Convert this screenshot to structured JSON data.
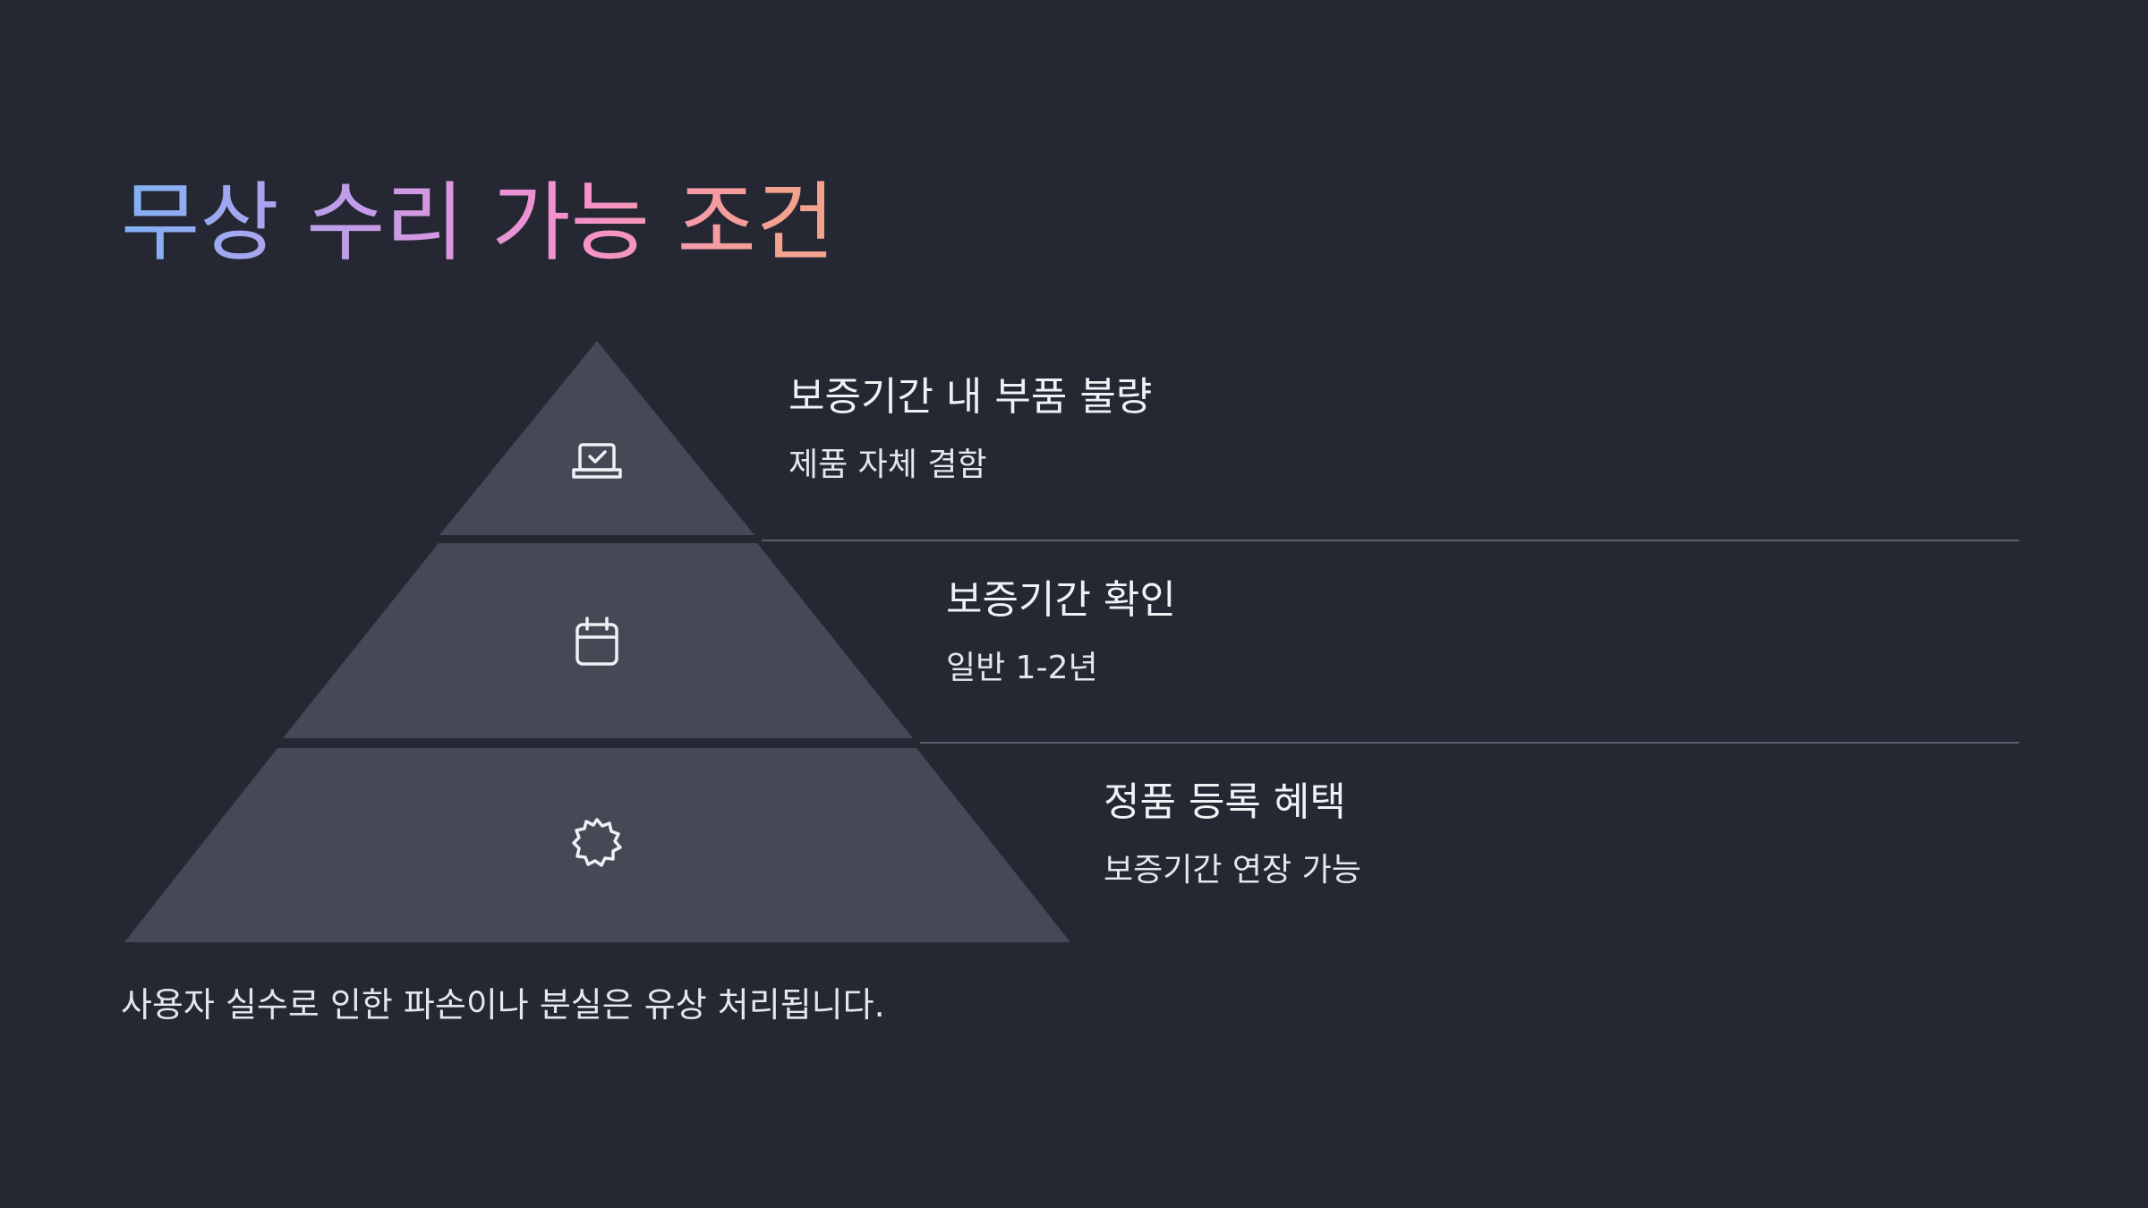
{
  "slide": {
    "title": "무상 수리 가능 조건",
    "colors": {
      "background": "#252733",
      "tier_fill": "#464855",
      "title_gradient": [
        "#7fb2f5",
        "#c89be8",
        "#f590cc",
        "#f3a28e"
      ],
      "divider": "#5b5e6b"
    },
    "tiers": [
      {
        "icon": "laptop-check-icon",
        "heading": "보증기간 내 부품 불량",
        "sub": "제품 자체 결함"
      },
      {
        "icon": "calendar-icon",
        "heading": "보증기간 확인",
        "sub": "일반 1-2년"
      },
      {
        "icon": "badge-seal-icon",
        "heading": "정품 등록 혜택",
        "sub": "보증기간 연장 가능"
      }
    ],
    "footnote": "사용자 실수로 인한 파손이나 분실은 유상 처리됩니다."
  }
}
